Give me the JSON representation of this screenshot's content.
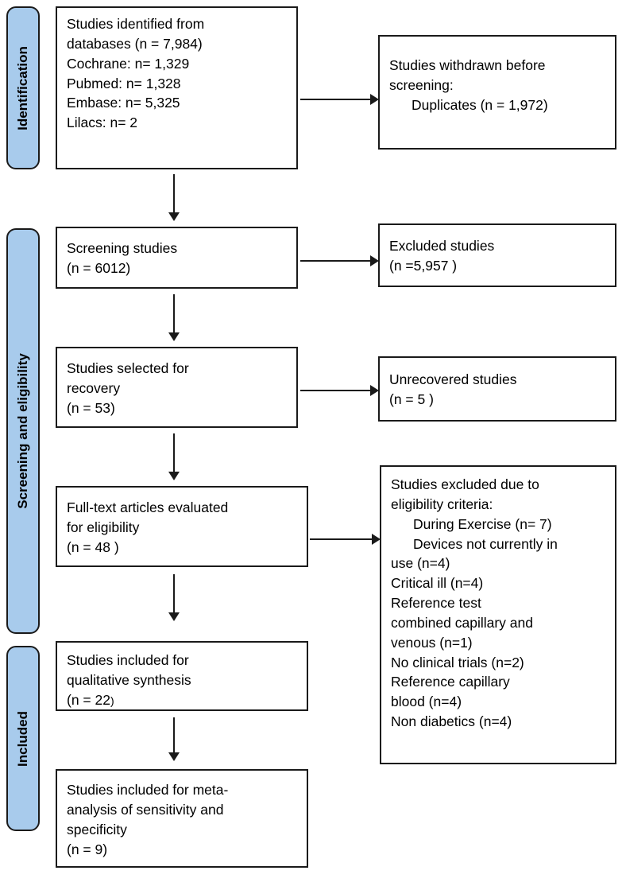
{
  "diagram": {
    "title": "PRISMA study selection flow diagram",
    "accent_color": "#A8CBEC",
    "border_color": "#1a1a1a",
    "background_color": "#ffffff"
  },
  "stages": [
    {
      "id": "identification",
      "label": "Identification"
    },
    {
      "id": "screening-eligibility",
      "label": "Screening and eligibility"
    },
    {
      "id": "included",
      "label": "Included"
    }
  ],
  "boxes": {
    "identified": {
      "lines": [
        "Studies identified from",
        "databases (n = 7,984)",
        "Cochrane: n= 1,329",
        "Pubmed: n= 1,328",
        "Embase: n= 5,325",
        "Lilacs: n= 2"
      ]
    },
    "withdrawn": {
      "lines": [
        "Studies withdrawn before",
        "screening:",
        "Duplicates (n = 1,972)"
      ]
    },
    "screening": {
      "lines": [
        "Screening studies",
        "(n = 6012)"
      ]
    },
    "excluded": {
      "lines": [
        "Excluded studies",
        "(n =5,957 )"
      ]
    },
    "recovery": {
      "lines": [
        "Studies selected for",
        "recovery",
        "(n = 53)"
      ]
    },
    "unrecovered": {
      "lines": [
        "Unrecovered studies",
        "(n = 5 )"
      ]
    },
    "fulltext": {
      "lines": [
        "Full-text articles evaluated",
        "for eligibility",
        "(n = 48 )"
      ]
    },
    "eligibility_excluded": {
      "heading": [
        "Studies excluded due to",
        "eligibility criteria:"
      ],
      "reasons": [
        "During Exercise (n= 7)",
        "Devices not currently in",
        "use (n=4)",
        "Critical ill (n=4)",
        "Reference test",
        "combined capillary and",
        "venous (n=1)",
        "No clinical trials (n=2)",
        "Reference capillary",
        "blood (n=4)",
        "Non diabetics (n=4)"
      ]
    },
    "qualitative": {
      "lines": [
        "Studies included for",
        "qualitative synthesis"
      ],
      "count_prefix": "(n = 22",
      "count_suffix": ")"
    },
    "meta": {
      "lines": [
        "Studies included for meta-",
        "analysis of sensitivity and",
        "specificity",
        "(n = 9)"
      ]
    }
  },
  "arrows": [
    {
      "id": "identified-to-withdrawn",
      "direction": "right"
    },
    {
      "id": "identified-to-screening",
      "direction": "down"
    },
    {
      "id": "screening-to-excluded",
      "direction": "right"
    },
    {
      "id": "screening-to-recovery",
      "direction": "down"
    },
    {
      "id": "recovery-to-unrecovered",
      "direction": "right"
    },
    {
      "id": "recovery-to-fulltext",
      "direction": "down"
    },
    {
      "id": "fulltext-to-eligibility-excluded",
      "direction": "right"
    },
    {
      "id": "fulltext-to-qualitative",
      "direction": "down"
    },
    {
      "id": "qualitative-to-meta",
      "direction": "down"
    }
  ]
}
